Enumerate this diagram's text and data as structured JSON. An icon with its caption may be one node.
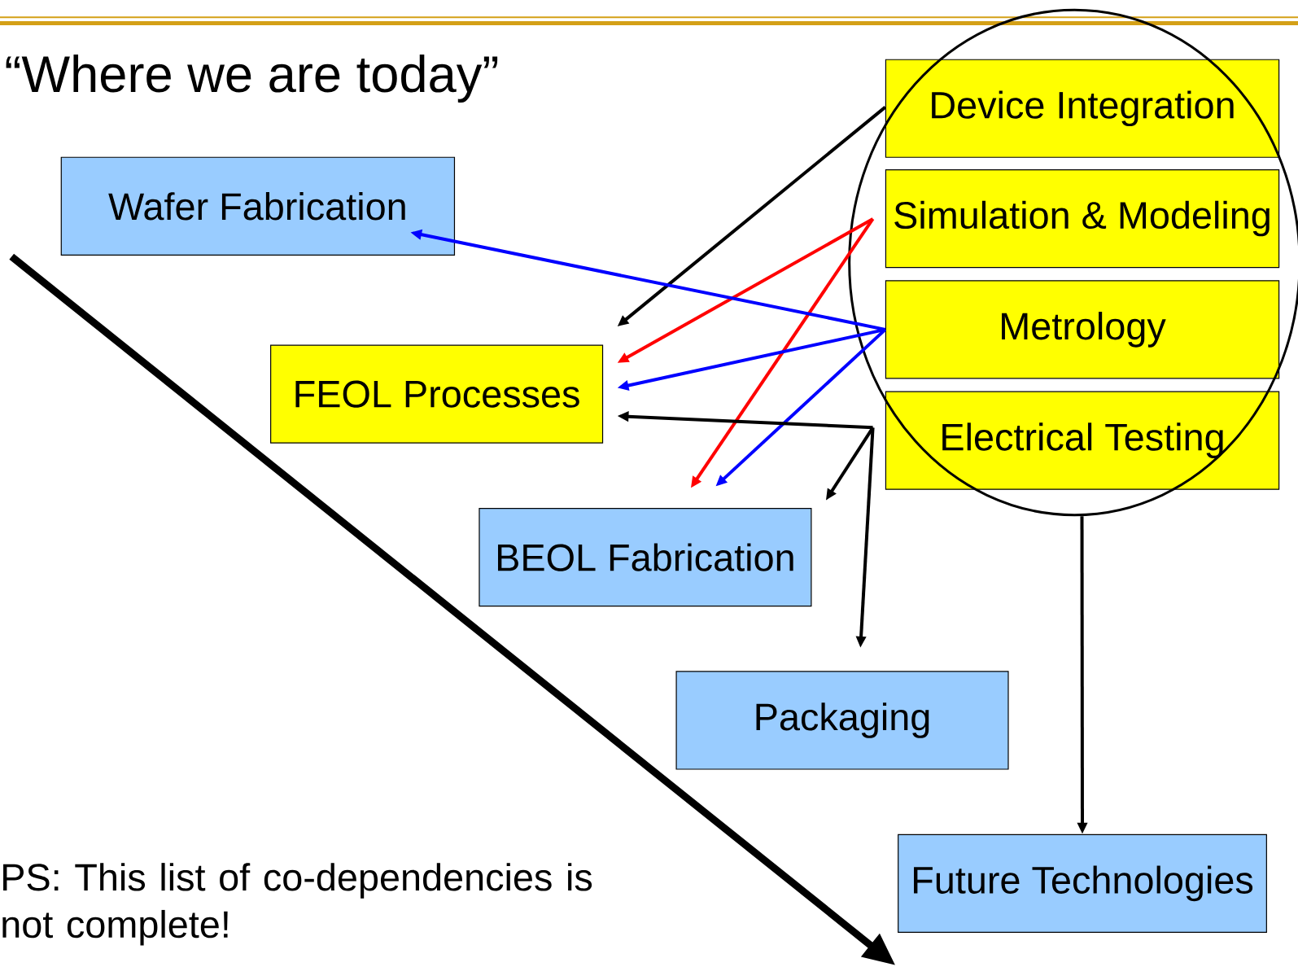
{
  "diagram": {
    "title": "“Where we are today”",
    "nodes": [
      {
        "text": [],
        "shape": "circle"
      },
      {
        "text": [
          "Device Integration"
        ],
        "in": 0
      },
      {
        "text": [
          "Simulation & Modeling"
        ],
        "in": 0
      },
      {
        "text": [
          "Metrology"
        ],
        "in": 0
      },
      {
        "text": [
          "Electrical Testing"
        ],
        "in": 0
      },
      {
        "text": [
          "Wafer Fabrication"
        ]
      },
      {
        "text": [
          "FEOL Processes"
        ]
      },
      {
        "text": [
          "BEOL Fabrication"
        ]
      },
      {
        "text": [
          "Packaging"
        ]
      },
      {
        "text": [
          "Future Technologies"
        ]
      }
    ],
    "edges": [
      {
        "from": 1,
        "to": 6,
        "arrow": "to"
      },
      {
        "from": 2,
        "to": 6,
        "arrow": "to",
        "color": "#ff0000"
      },
      {
        "from": 2,
        "to": 7,
        "arrow": "to",
        "color": "#ff0000"
      },
      {
        "from": 3,
        "to": 5,
        "arrow": "to",
        "color": "#0000ff"
      },
      {
        "from": 3,
        "to": 6,
        "arrow": "to",
        "color": "#0000ff"
      },
      {
        "from": 3,
        "to": 7,
        "arrow": "to",
        "color": "#0000ff"
      },
      {
        "from": 4,
        "to": 6,
        "arrow": "to"
      },
      {
        "from": 4,
        "to": 7,
        "arrow": "to"
      },
      {
        "from": 4,
        "to": 8,
        "arrow": "to"
      },
      {
        "from": 0,
        "to": 9,
        "arrow": "to"
      }
    ],
    "labels": [
      "PS: This list of co-dependencies is not complete!"
    ]
  }
}
